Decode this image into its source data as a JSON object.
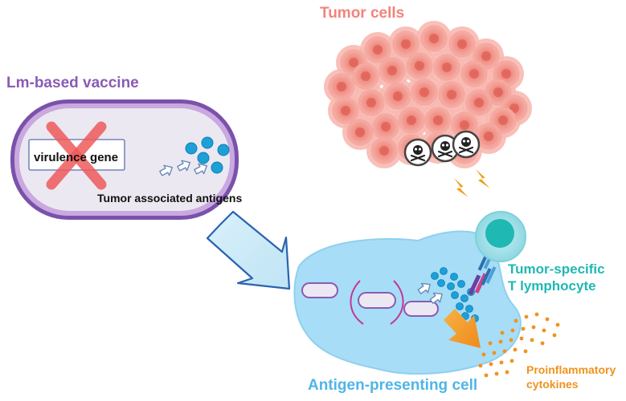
{
  "labels": {
    "vaccine_title": "Lm-based vaccine",
    "tumor_title": "Tumor cells",
    "virulence_gene": "virulence gene",
    "tumor_antigens": "Tumor associated antigens",
    "tcell_line1": "Tumor-specific",
    "tcell_line2": "T lymphocyte",
    "apc_title": "Antigen-presenting cell",
    "cytokines_line1": "Proinflammatory",
    "cytokines_line2": "cytokines"
  },
  "colors": {
    "vaccine": "#8a5bb5",
    "tumor": "#f2837b",
    "tcell": "#1fb8b3",
    "apc": "#4fb5e8",
    "cytokines": "#f0921e",
    "cross": "#ef5b5b",
    "antigen": "#1e9fd6"
  },
  "icons": {
    "death": "skull-crossbones-icon",
    "signal": "lightning-bolt-icon"
  }
}
